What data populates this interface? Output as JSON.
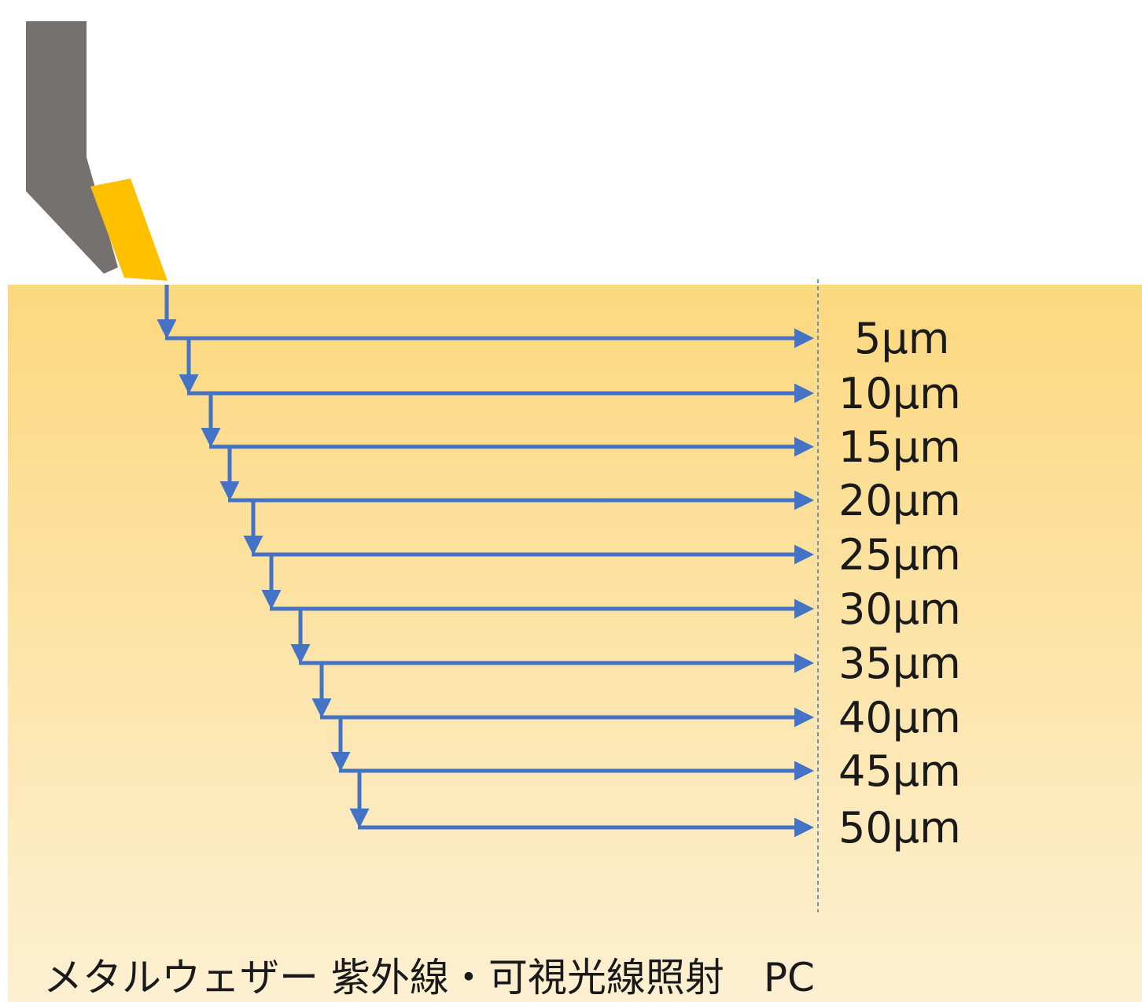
{
  "diagram": {
    "depth_labels": [
      "5µm",
      "10µm",
      "15µm",
      "20µm",
      "25µm",
      "30µm",
      "35µm",
      "40µm",
      "45µm",
      "50µm"
    ],
    "caption": "メタルウェザー 紫外線・可視光線照射　PC",
    "colors": {
      "arrow": "#4472c4",
      "material_top": "#fcd87f",
      "material_bottom": "#fdf0d2",
      "tool_holder": "#767171",
      "tool_tip": "#ffc000",
      "guide_line": "#4472c4"
    }
  }
}
